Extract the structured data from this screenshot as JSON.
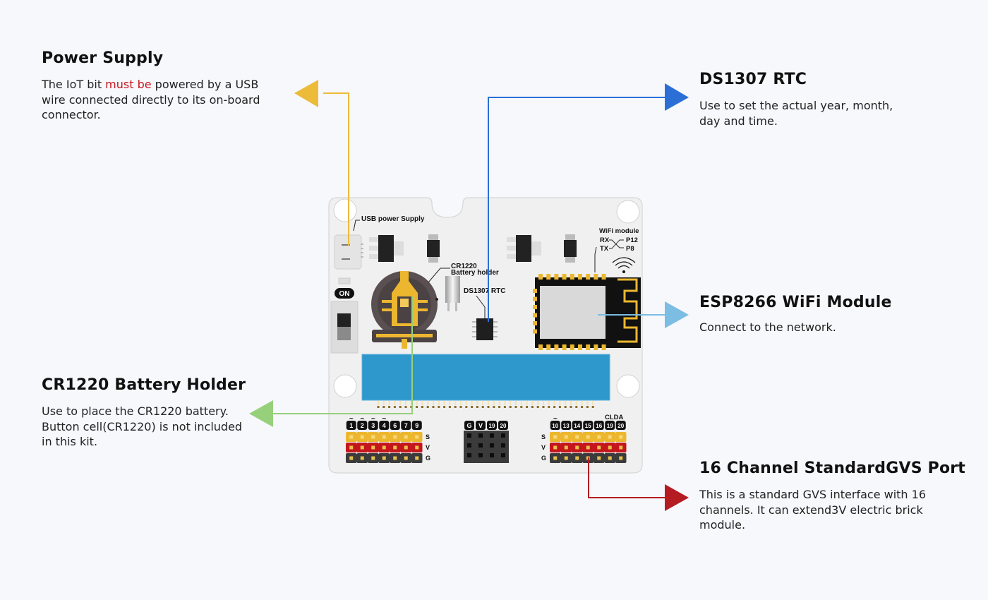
{
  "callouts": {
    "power": {
      "title": "Power Supply",
      "text_before": "The IoT bit ",
      "text_highlight": "must be",
      "text_after": " powered by a USB wire connected directly to its on-board connector.",
      "color": "#ecbb3a"
    },
    "rtc": {
      "title": "DS1307 RTC",
      "text": "Use to set the actual year, month, day and time.",
      "color": "#2b6fd6"
    },
    "wifi": {
      "title": "ESP8266 WiFi Module",
      "text": "Connect to the network.",
      "color": "#7bbde3"
    },
    "battery": {
      "title": "CR1220 Battery Holder",
      "text": "Use to place the CR1220 battery. Button cell(CR1220) is not included in this kit.",
      "color": "#97d07b"
    },
    "gvs": {
      "title": "16 Channel StandardGVS Port",
      "text": "This is a standard GVS interface with 16 channels. It can extend3V electric brick module.",
      "color": "#b51c22"
    }
  },
  "board": {
    "labels": {
      "usb": "USB power Supply",
      "cr1220_line1": "CR1220",
      "cr1220_line2": "Battery holder",
      "ds1307": "DS1307 RTC",
      "wifi_module": "WiFi module",
      "rx": "RX",
      "tx": "TX",
      "p12": "P12",
      "p8": "P8",
      "on": "ON",
      "cl_da": "CLDA",
      "row_s": "S",
      "row_v": "V",
      "row_g": "G"
    },
    "left_header_pins": [
      "1",
      "2",
      "3",
      "4",
      "6",
      "7",
      "9"
    ],
    "left_pwm_pins": [
      "1",
      "2",
      "3",
      "4"
    ],
    "middle_header_pins": [
      "G",
      "V",
      "19",
      "20"
    ],
    "right_header_pins": [
      "10",
      "13",
      "14",
      "15",
      "16",
      "19",
      "20"
    ],
    "right_pwm_pins": [
      "10"
    ],
    "colors": {
      "board": "#f0f0f0",
      "edge_connector": "#2e98cc",
      "signal_row": "#ecb72f",
      "vcc_row": "#c4161c",
      "gnd_row": "#3b3b3b",
      "chip": "#1f1f1f"
    }
  }
}
